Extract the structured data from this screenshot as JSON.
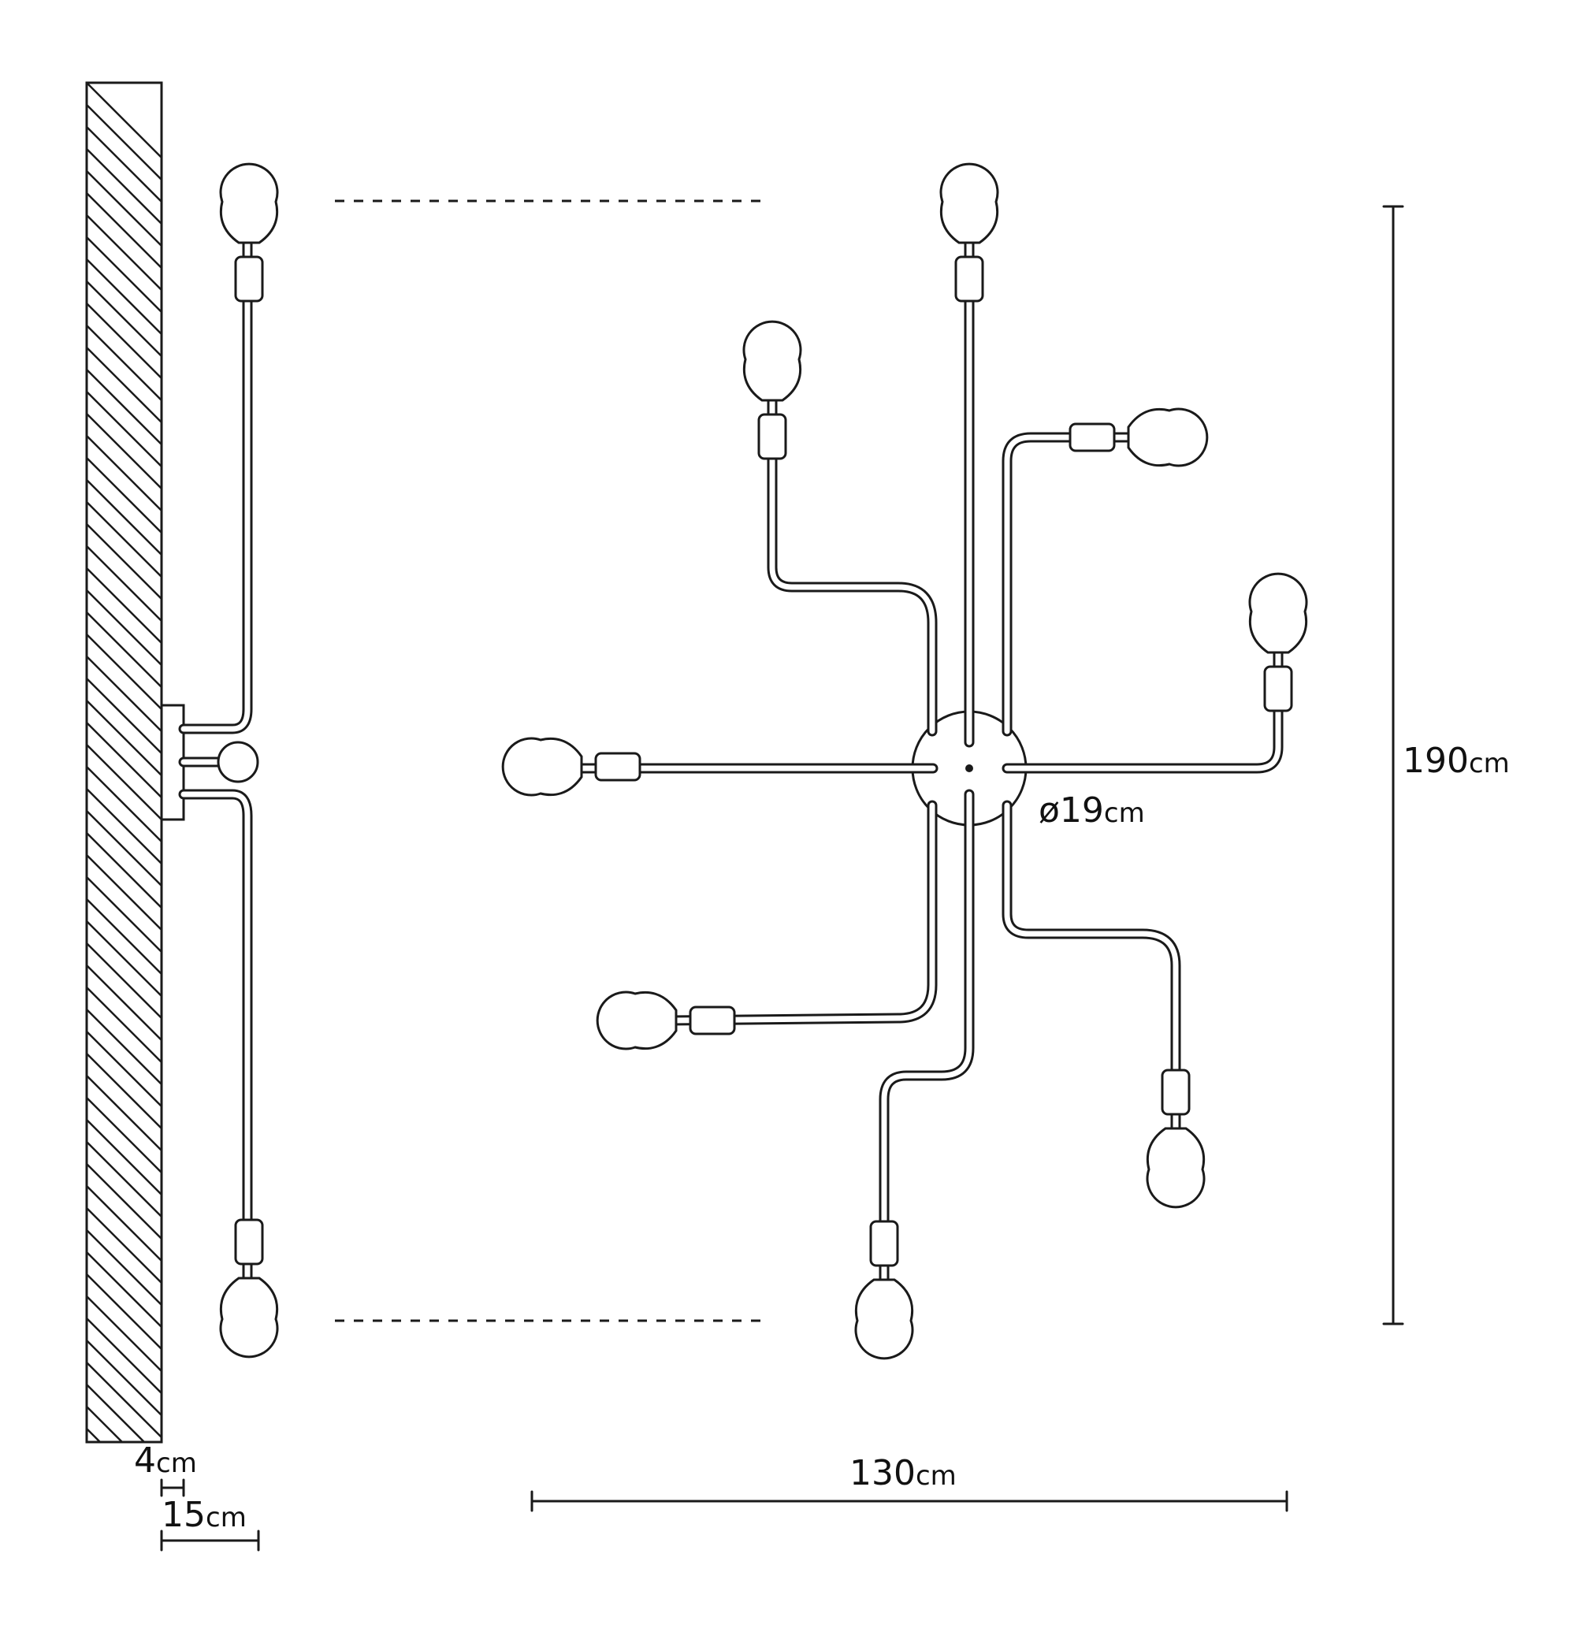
{
  "dimensions": {
    "height": {
      "value": "190",
      "unit": "cm"
    },
    "width": {
      "value": "130",
      "unit": "cm"
    },
    "canopy_diameter": {
      "value": "ø19",
      "unit": "cm"
    },
    "canopy_depth": {
      "value": "4",
      "unit": "cm"
    },
    "projection": {
      "value": "15",
      "unit": "cm"
    }
  }
}
